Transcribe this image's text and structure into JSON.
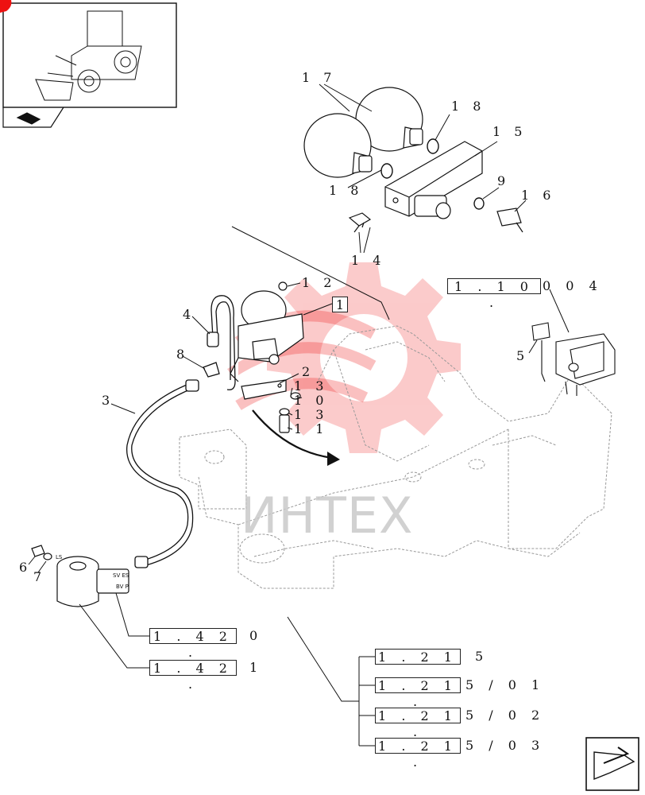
{
  "callouts": {
    "c17": "1 7",
    "c18a": "1 8",
    "c15": "1 5",
    "c18b": "1 8",
    "c9": "9",
    "c16": "1 6",
    "c14": "1 4",
    "c12": "1 2",
    "c1": "1",
    "c4": "4",
    "c8": "8",
    "c2": "2",
    "c13a": "1 3",
    "c10": "1 0",
    "c13b": "1 3",
    "c11": "1 1",
    "c3": "3",
    "c5": "5",
    "c6": "6",
    "c7": "7"
  },
  "refs": {
    "r1": {
      "box": "1 . 1 0 .",
      "suffix": "0   0 4"
    },
    "r2": {
      "box": "1 . 4 2 .",
      "suffix": "0"
    },
    "r3": {
      "box": "1 . 4 2 .",
      "suffix": "1"
    },
    "r4": {
      "box": "1 . 2 1",
      "suffix": "5"
    },
    "r5": {
      "box": "1 . 2 1 .",
      "suffix": "5 / 0 1"
    },
    "r6": {
      "box": "1 . 2 1 .",
      "suffix": "5 / 0 2"
    },
    "r7": {
      "box": "1 . 2 1 .",
      "suffix": "5 / 0 3"
    }
  },
  "port_labels": {
    "ls": "LS",
    "sves": "SV ES",
    "bvp": "BV P"
  },
  "watermark": "ИНТЕХ",
  "icons": [
    "loader-thumbnail-icon",
    "arrow-nav-icon",
    "next-page-arrow-icon",
    "logo-gear-watermark"
  ]
}
